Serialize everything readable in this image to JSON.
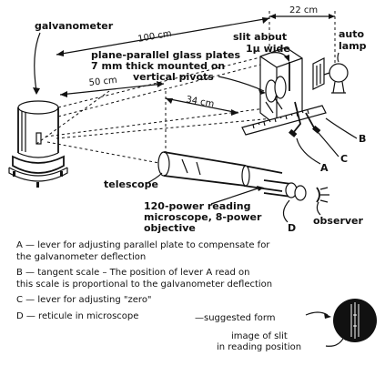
{
  "labels": {
    "galvanometer": "galvanometer",
    "dist_100": "100 cm",
    "dist_22": "22 cm",
    "slit_line1": "slit about",
    "slit_line2": "1µ wide",
    "lamp_line1": "auto",
    "lamp_line2": "lamp",
    "plates_line1": "plane-parallel glass plates",
    "plates_line2": "7 mm thick mounted on",
    "plates_line3": "vertical pivots",
    "dist_50": "50 cm",
    "dist_34": "34 cm",
    "telescope": "telescope",
    "microscope_line1": "120-power reading",
    "microscope_line2": "microscope, 8-power",
    "microscope_line3": "objective",
    "observer": "observer",
    "A": "A",
    "B": "B",
    "C": "C",
    "D": "D"
  },
  "legend": {
    "A_line1": "A — lever for adjusting parallel plate to compensate for",
    "A_line2": "the galvanometer deflection",
    "B_line1": "B — tangent scale – The position of lever A read on",
    "B_line2": "this scale is proportional to the galvanometer deflection",
    "C_line1": "C — lever for adjusting \"zero\"",
    "D_line1": "D — reticule in microscope",
    "suggested": "—suggested form",
    "image_line1": "image of slit",
    "image_line2": "in reading position"
  }
}
